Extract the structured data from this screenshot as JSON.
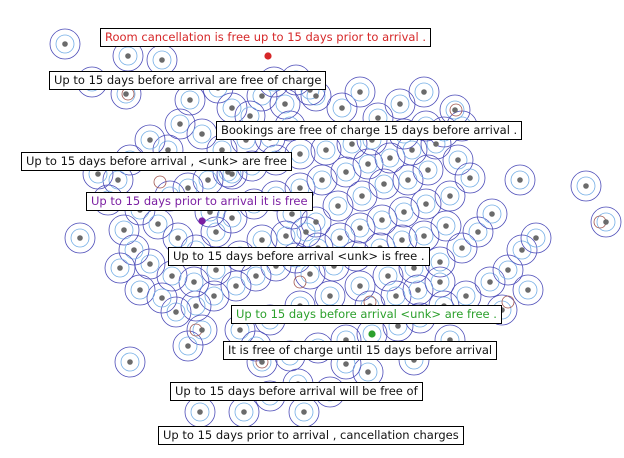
{
  "chart_data": {
    "type": "scatter",
    "title": "",
    "xlabel": "",
    "ylabel": "",
    "grid": false,
    "overlay": "density contour lines around each point",
    "colors": {
      "point": "#6b6b6b",
      "contour_outer": "#4b4bb8",
      "contour_inner": "#74aee6",
      "contour_peak": "#a0564e",
      "source": "#d62728",
      "query": "#7b1fa2",
      "match": "#2ca02c"
    },
    "highlighted": [
      {
        "role": "source",
        "color": "#d62728"
      },
      {
        "role": "query",
        "color": "#7b1fa2"
      },
      {
        "role": "match",
        "color": "#2ca02c"
      }
    ],
    "annotations": [
      {
        "text": "Room cancellation is free up to 15 days prior to arrival .",
        "color": "#d62728"
      },
      {
        "text": "Up to 15 days before arrival are free of charge",
        "color": "#111111"
      },
      {
        "text": "Bookings are free of charge 15 days before arrival .",
        "color": "#111111"
      },
      {
        "text": "Up to 15 days before arrival , <unk> are free",
        "color": "#111111"
      },
      {
        "text": "Up to 15 days prior to arrival it is free",
        "color": "#7b1fa2"
      },
      {
        "text": "Up to 15 days before arrival <unk> is free .",
        "color": "#111111"
      },
      {
        "text": "Up to 15 days before arrival <unk> are free .",
        "color": "#2ca02c"
      },
      {
        "text": "It is free of charge until 15 days before arrival",
        "color": "#111111"
      },
      {
        "text": "Up to 15 days before arrival will be free of",
        "color": "#111111"
      },
      {
        "text": "Up to 15 days prior to arrival , cancellation charges",
        "color": "#111111"
      }
    ]
  }
}
